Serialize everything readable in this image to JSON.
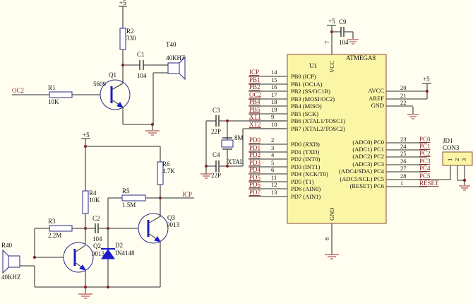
{
  "title": "ATMEGA8 Ultrasonic Ranging Circuit",
  "power_label": "+5",
  "tx": {
    "r1": {
      "ref": "R1",
      "value": "10K"
    },
    "r2": {
      "ref": "R2",
      "value": "330"
    },
    "c1": {
      "ref": "C1",
      "value": "104"
    },
    "q1": {
      "ref": "Q1",
      "value": "5609"
    },
    "t40": {
      "ref": "T40",
      "value": "40KHZ"
    },
    "input_net": "OC2"
  },
  "rx": {
    "r3": {
      "ref": "R3",
      "value": "2.2M"
    },
    "r4": {
      "ref": "R4",
      "value": "10K"
    },
    "r5": {
      "ref": "R5",
      "value": "1.5M"
    },
    "r6": {
      "ref": "R6",
      "value": "4.7K"
    },
    "c2": {
      "ref": "C2",
      "value": "104"
    },
    "q2": {
      "ref": "Q2",
      "value": "9013"
    },
    "q3": {
      "ref": "Q3",
      "value": "9013"
    },
    "d2": {
      "ref": "D2",
      "value": "IN4148"
    },
    "r40": {
      "ref": "R40",
      "value": "40KHZ"
    },
    "output_net": "ICP"
  },
  "crystal": {
    "c3": {
      "ref": "C3",
      "value": "22P"
    },
    "c4": {
      "ref": "C4",
      "value": "22P"
    },
    "xtal": {
      "ref": "XTAL",
      "value": "8M"
    }
  },
  "mcu": {
    "ref": "U1",
    "part": "ATMEGA8",
    "vcc_label": "VCC",
    "gnd_label": "GND",
    "vcc_pin": "7",
    "gnd_pin": "8",
    "c9": {
      "ref": "C9",
      "value": "104"
    },
    "left_pins": [
      {
        "net": "ICP",
        "num": "14",
        "name": "PB0 (ICP)"
      },
      {
        "net": "PB1",
        "num": "15",
        "name": "PB1 (OC1A)"
      },
      {
        "net": "PB2",
        "num": "16",
        "name": "PB2 (SS/OC1B)"
      },
      {
        "net": "OC2",
        "num": "17",
        "name": "PB3 (MOSI/OC2)"
      },
      {
        "net": "PB4",
        "num": "18",
        "name": "PB4 (MISO)"
      },
      {
        "net": "PB5",
        "num": "19",
        "name": "PB5 (SCK)"
      },
      {
        "net": "XT1",
        "num": "9",
        "name": "PB6 (XTAL1/TOSC1)"
      },
      {
        "net": "XT2",
        "num": "10",
        "name": "PB7 (XTAL2/TOSC2)"
      },
      {
        "net": "PD0",
        "num": "2",
        "name": "PD0 (RXD)"
      },
      {
        "net": "PD1",
        "num": "3",
        "name": "PD1 (TXD)"
      },
      {
        "net": "PD2",
        "num": "4",
        "name": "PD2 (INT0)"
      },
      {
        "net": "PD3",
        "num": "5",
        "name": "PD3 (INT1)"
      },
      {
        "net": "PD4",
        "num": "6",
        "name": "PD4 (XCK/T0)"
      },
      {
        "net": "PD5",
        "num": "11",
        "name": "PD5 (T1)"
      },
      {
        "net": "PD6",
        "num": "12",
        "name": "PD6 (AIN0)"
      },
      {
        "net": "PD7",
        "num": "13",
        "name": "PD7 (AIN1)"
      }
    ],
    "right_top_pins": [
      {
        "num": "20",
        "name": "AVCC"
      },
      {
        "num": "21",
        "name": "AREF"
      },
      {
        "num": "22",
        "name": "GND"
      }
    ],
    "right_pins": [
      {
        "net": "PC0",
        "num": "23",
        "name": "(ADC0) PC0"
      },
      {
        "net": "PC1",
        "num": "24",
        "name": "(ADC1) PC1"
      },
      {
        "net": "PC2",
        "num": "25",
        "name": "(ADC2) PC2"
      },
      {
        "net": "PC3",
        "num": "26",
        "name": "(ADC3) PC3"
      },
      {
        "net": "PC4",
        "num": "27",
        "name": "(ADC4/SDA) PC4"
      },
      {
        "net": "PC5",
        "num": "28",
        "name": "(ADC5/SCL) PC5"
      },
      {
        "net": "RESET",
        "num": "1",
        "name": "(RESET) PC6"
      }
    ]
  },
  "connector": {
    "ref": "JD1",
    "value": "CON3",
    "pins": [
      "1",
      "2",
      "3"
    ]
  }
}
